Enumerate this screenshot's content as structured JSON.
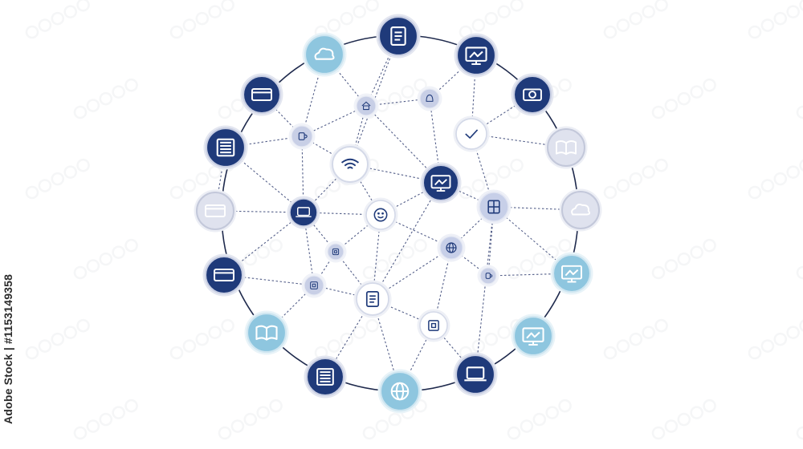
{
  "watermark": {
    "text": "Adobe Stock | #1153149358"
  },
  "colors": {
    "navy": "#1f3a7a",
    "lightBlue": "#8ec6df",
    "paleGray": "#dfe2ee",
    "ring": "#1f2a4d",
    "edge": "#55608a"
  },
  "nodes": [
    {
      "id": "n-top-doc",
      "icon": "document-icon",
      "style": "navy"
    },
    {
      "id": "n-monitor-chart",
      "icon": "monitor-chart-icon",
      "style": "navy"
    },
    {
      "id": "n-camera",
      "icon": "camera-icon",
      "style": "navy"
    },
    {
      "id": "n-right-book",
      "icon": "open-book-icon",
      "style": "pale"
    },
    {
      "id": "n-right-cloud",
      "icon": "cloud-icon",
      "style": "pale"
    },
    {
      "id": "n-right-display",
      "icon": "presentation-icon",
      "style": "light"
    },
    {
      "id": "n-bottom-right-screen",
      "icon": "screen-icon",
      "style": "light"
    },
    {
      "id": "n-bottom-laptop",
      "icon": "laptop-icon",
      "style": "navy"
    },
    {
      "id": "n-bottom-globe",
      "icon": "globe-icon",
      "style": "light"
    },
    {
      "id": "n-bottom-list",
      "icon": "list-icon",
      "style": "navy"
    },
    {
      "id": "n-left-book",
      "icon": "open-book-icon",
      "style": "light"
    },
    {
      "id": "n-left-card",
      "icon": "card-icon",
      "style": "navy"
    },
    {
      "id": "n-left-folder",
      "icon": "folder-icon",
      "style": "pale"
    },
    {
      "id": "n-left-list",
      "icon": "list-icon",
      "style": "navy"
    },
    {
      "id": "n-top-left-folder",
      "icon": "folder-icon",
      "style": "navy"
    },
    {
      "id": "n-top-left-cloud",
      "icon": "cloud-icon",
      "style": "light"
    },
    {
      "id": "n-inner-home",
      "icon": "home-icon",
      "style": "small"
    },
    {
      "id": "n-inner-bell",
      "icon": "bell-icon",
      "style": "small"
    },
    {
      "id": "n-inner-cup",
      "icon": "cup-icon",
      "style": "small"
    },
    {
      "id": "n-inner-wifi",
      "icon": "wifi-icon",
      "style": "white"
    },
    {
      "id": "n-inner-check",
      "icon": "checkmark-icon",
      "style": "white"
    },
    {
      "id": "n-center-monitor",
      "icon": "desktop-icon",
      "style": "navy"
    },
    {
      "id": "n-inner-laptop",
      "icon": "laptop-icon",
      "style": "navy"
    },
    {
      "id": "n-center-face",
      "icon": "face-icon",
      "style": "white"
    },
    {
      "id": "n-inner-grid",
      "icon": "calculator-icon",
      "style": "paleblue"
    },
    {
      "id": "n-inner-chip",
      "icon": "chip-icon",
      "style": "small"
    },
    {
      "id": "n-inner-clock",
      "icon": "clock-icon",
      "style": "paleblue"
    },
    {
      "id": "n-inner-phone",
      "icon": "phone-icon",
      "style": "small"
    },
    {
      "id": "n-inner-mug",
      "icon": "mug-icon",
      "style": "small"
    },
    {
      "id": "n-inner-tablet",
      "icon": "tablet-icon",
      "style": "white"
    },
    {
      "id": "n-inner-box",
      "icon": "box-icon",
      "style": "white"
    }
  ]
}
